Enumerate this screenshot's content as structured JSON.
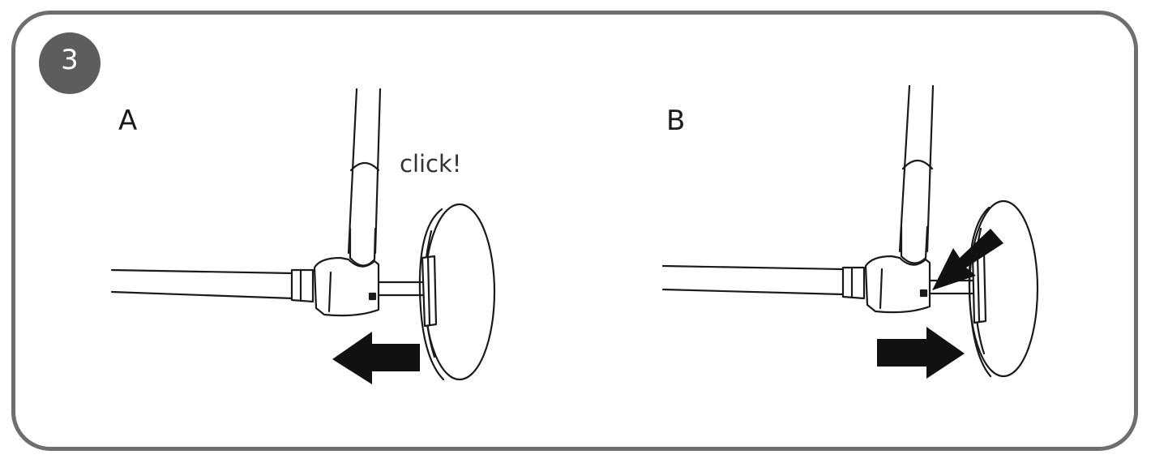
{
  "step": {
    "number": "3"
  },
  "panels": [
    {
      "label": "A",
      "annotation": "click!"
    },
    {
      "label": "B"
    }
  ],
  "colors": {
    "frame": "#6e6e6e",
    "badge": "#5d5d5d",
    "ink": "#1a1a1a",
    "arrow": "#111111"
  }
}
